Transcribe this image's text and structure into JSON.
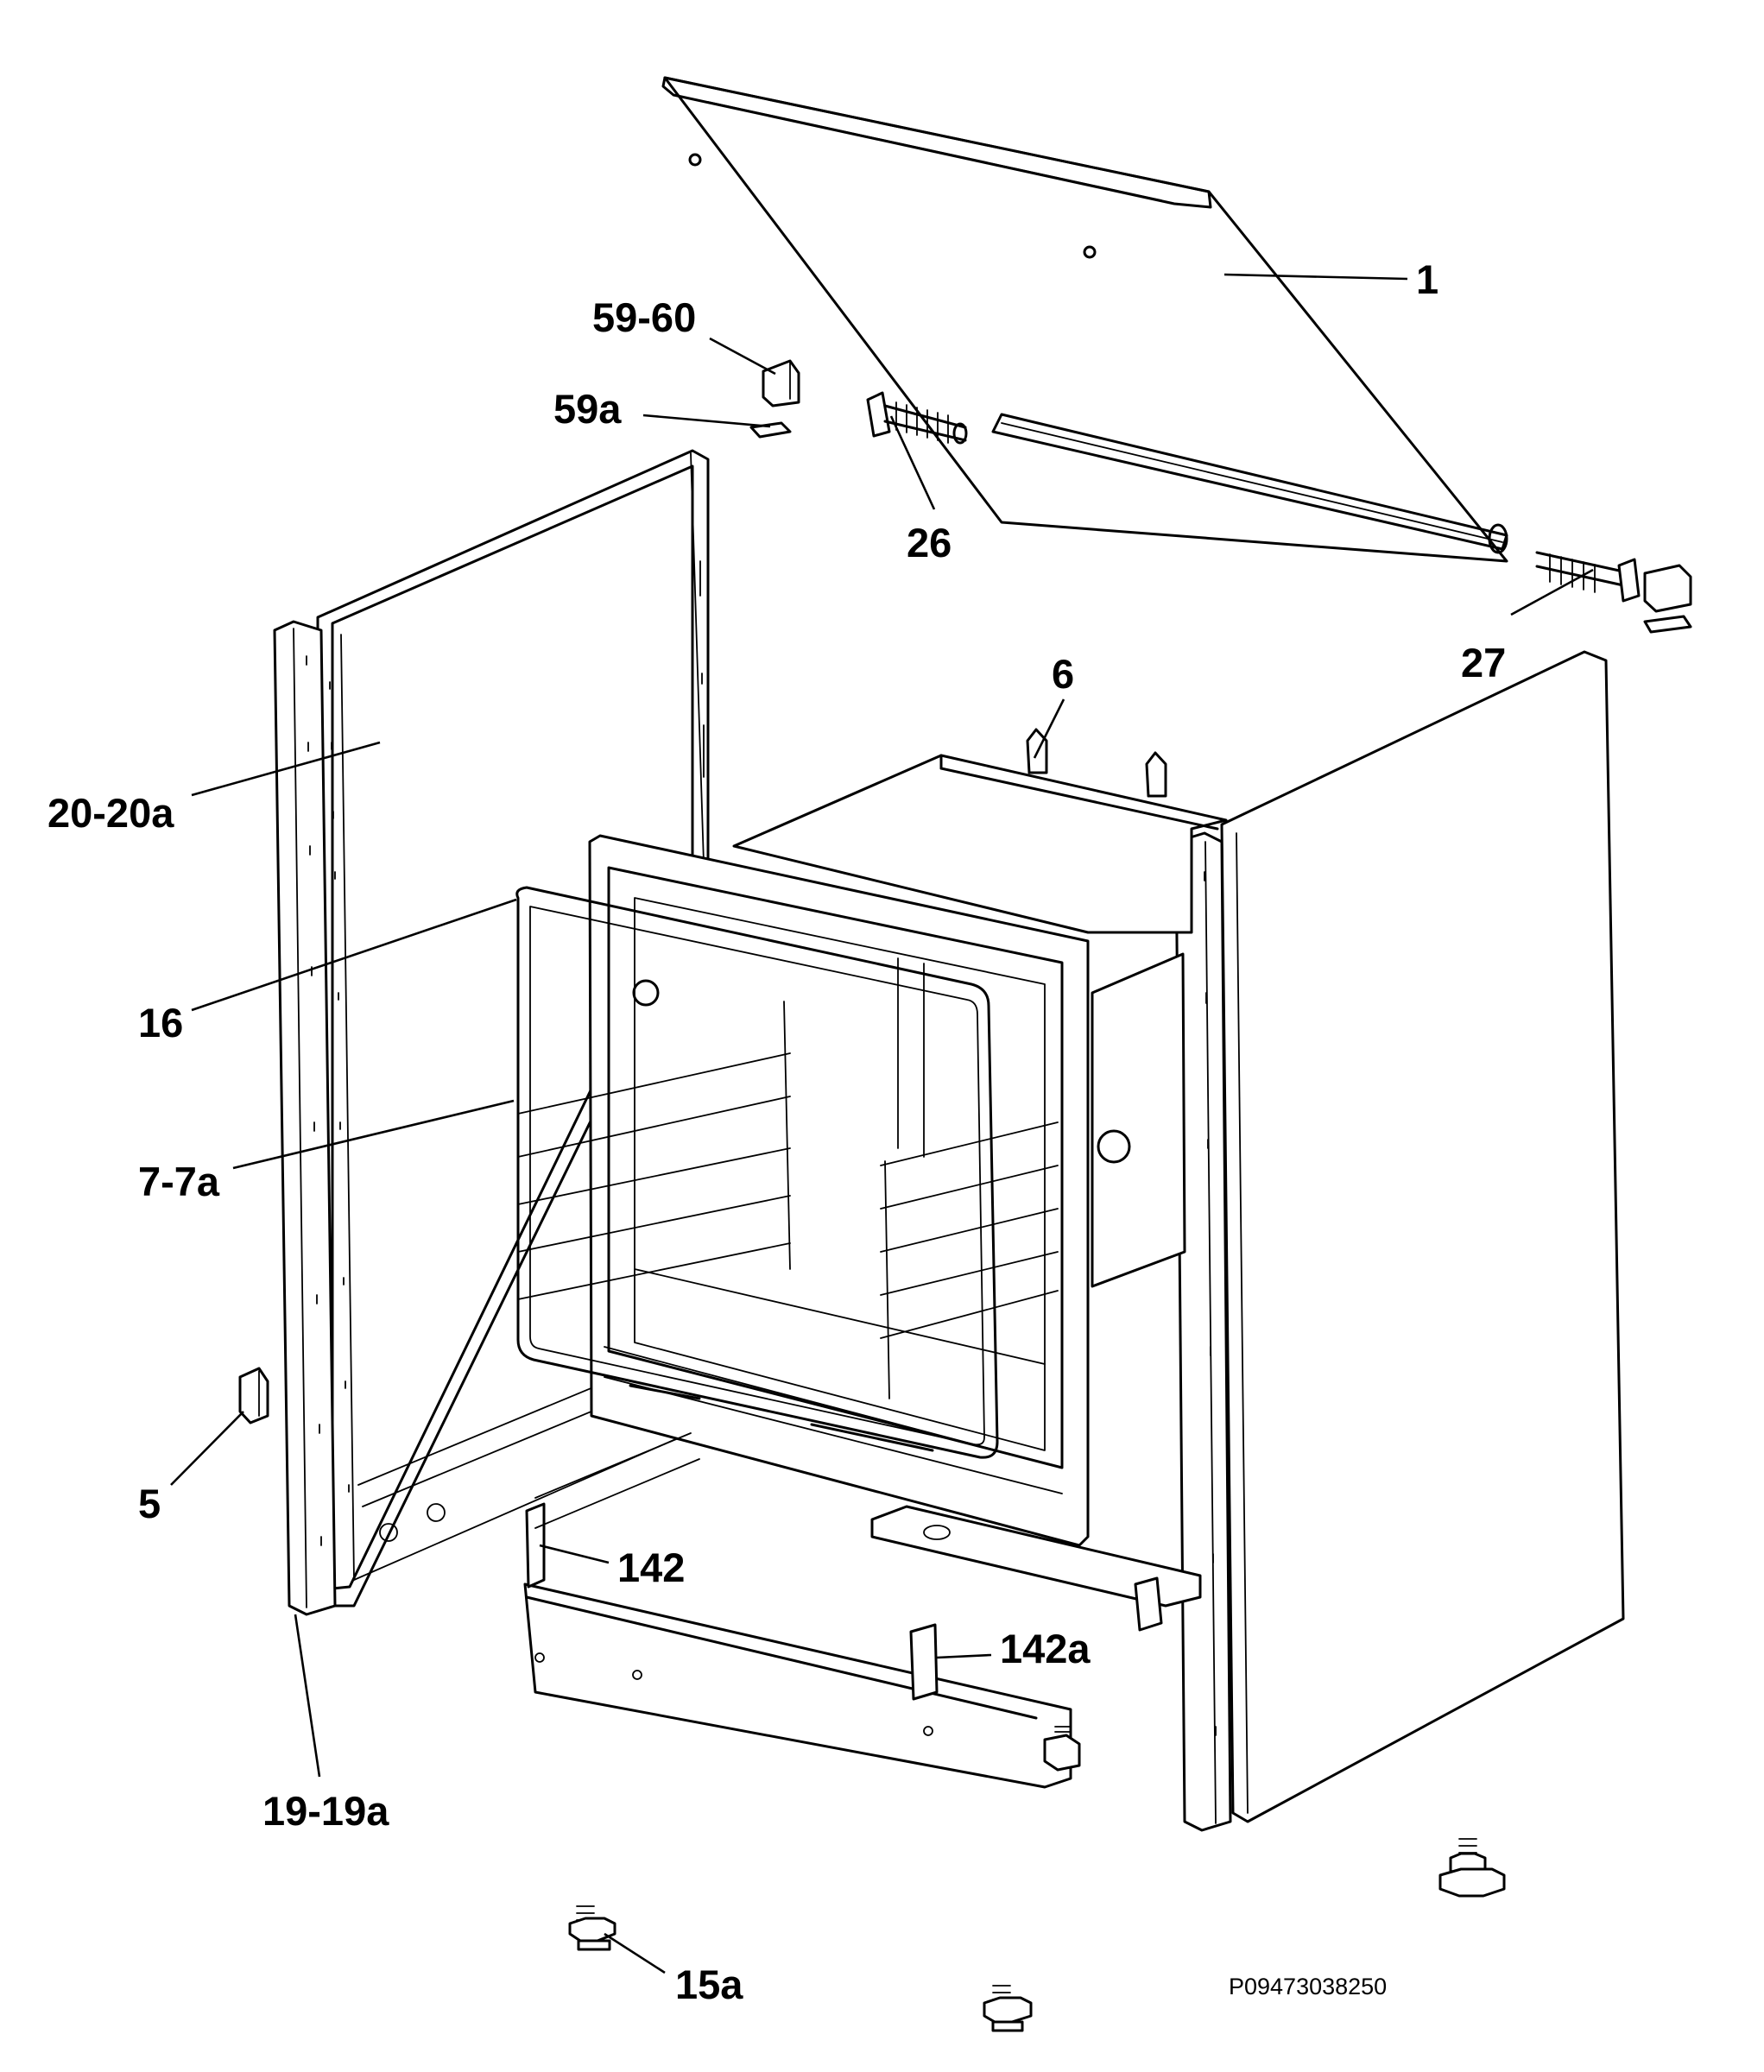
{
  "diagram": {
    "part_labels": {
      "p1": "1",
      "p59_60": "59-60",
      "p59a": "59a",
      "p26": "26",
      "p27": "27",
      "p6": "6",
      "p20_20a": "20-20a",
      "p16": "16",
      "p7_7a": "7-7a",
      "p5": "5",
      "p142": "142",
      "p142a": "142a",
      "p19_19a": "19-19a",
      "p15a": "15a"
    },
    "drawing_code": "P09473038250",
    "colors": {
      "line": "#000000",
      "background": "#ffffff"
    }
  }
}
